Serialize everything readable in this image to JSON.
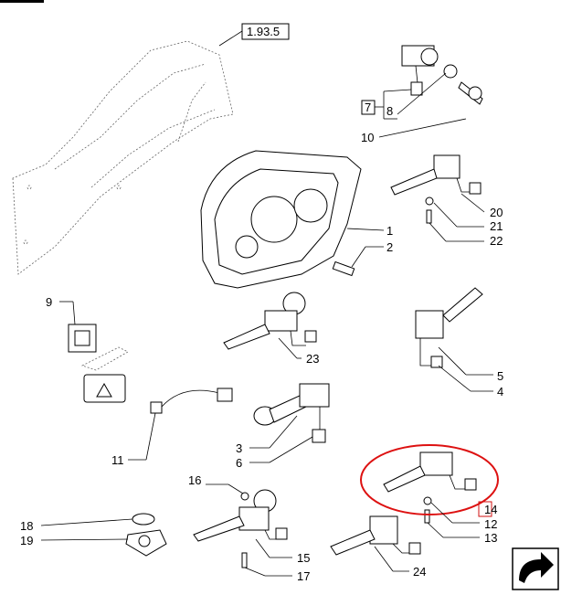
{
  "callouts": {
    "ref_1_93_5": "1.93.5",
    "c1": "1",
    "c2": "2",
    "c3": "3",
    "c4": "4",
    "c5": "5",
    "c6": "6",
    "c7": "7",
    "c8": "8",
    "c9": "9",
    "c10": "10",
    "c11": "11",
    "c12": "12",
    "c13": "13",
    "c14": "14",
    "c15": "15",
    "c16": "16",
    "c17": "17",
    "c18": "18",
    "c19": "19",
    "c20": "20",
    "c21": "21",
    "c22": "22",
    "c23": "23",
    "c24": "24"
  },
  "highlight_color": "#d11111",
  "icons": {
    "next": "curved-arrow-icon",
    "hazard": "hazard-triangle-icon"
  }
}
